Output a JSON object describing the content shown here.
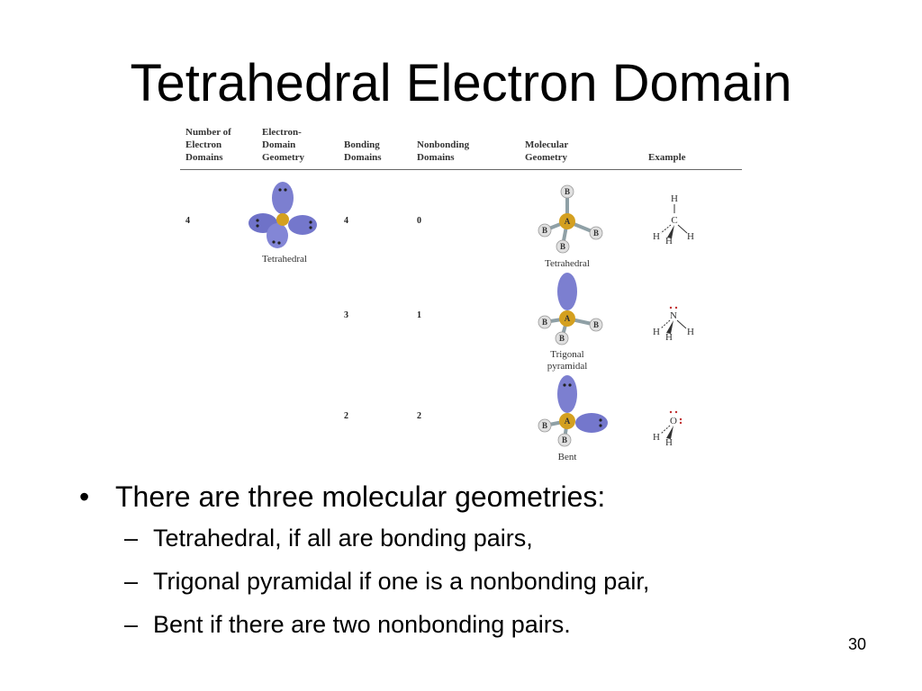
{
  "slide": {
    "title": "Tetrahedral Electron Domain",
    "page_number": "30"
  },
  "table": {
    "headers": [
      "Number of\nElectron\nDomains",
      "Electron-\nDomain\nGeometry",
      "Bonding\nDomains",
      "Nonbonding\nDomains",
      "Molecular\nGeometry",
      "Example"
    ],
    "electron_domains": "4",
    "electron_domain_geometry": "Tetrahedral",
    "rows": [
      {
        "bonding": "4",
        "nonbonding": "0",
        "molecular_geometry": "Tetrahedral"
      },
      {
        "bonding": "3",
        "nonbonding": "1",
        "molecular_geometry": "Trigonal\npyramidal"
      },
      {
        "bonding": "2",
        "nonbonding": "2",
        "molecular_geometry": "Bent"
      }
    ],
    "atom_labels": {
      "central": "A",
      "bonded": "B"
    },
    "examples": [
      {
        "central": "C",
        "terminals": [
          "H",
          "H",
          "H",
          "H"
        ]
      },
      {
        "central": "N",
        "terminals": [
          "H",
          "H",
          "H"
        ]
      },
      {
        "central": "O",
        "terminals": [
          "H",
          "H"
        ]
      }
    ]
  },
  "bullets": {
    "main": "There are three molecular geometries:",
    "sub": [
      "Tetrahedral, if all are bonding pairs,",
      "Trigonal pyramidal if one is a nonbonding pair,",
      "Bent if there are two nonbonding pairs."
    ]
  },
  "colors": {
    "lobe": "#7c7fd0",
    "central_atom": "#d4a020",
    "bond": "#8fa0a6",
    "bonded_atom": "#e0e0e0"
  }
}
